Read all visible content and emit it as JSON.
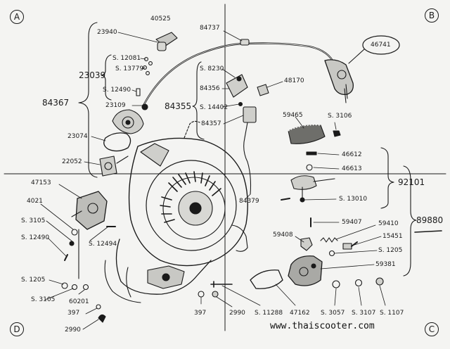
{
  "quadrants": {
    "a": "A",
    "b": "B",
    "c": "C",
    "d": "D"
  },
  "website": "www.thaiscooter.com",
  "groups": {
    "g84367": "84367",
    "g23039": "23039",
    "g84355": "84355",
    "g92101": "92101",
    "g89880": "89880"
  },
  "parts": {
    "p40525": "40525",
    "p23940": "23940",
    "p84737": "84737",
    "p46741": "46741",
    "ps12081": "S. 12081",
    "ps13779": "S. 13779",
    "ps12490a": "S. 12490",
    "p23109": "23109",
    "p23074": "23074",
    "p22052": "22052",
    "ps8230": "S. 8230",
    "p84356": "84356",
    "ps14402": "S. 14402",
    "p84357": "84357",
    "p48170": "48170",
    "p59465": "59465",
    "ps3106": "S. 3106",
    "p46612": "46612",
    "p46613": "46613",
    "ps13010": "S. 13010",
    "p47153": "47153",
    "p4021": "4021",
    "ps3105a": "S. 3105",
    "ps12490b": "S. 12490",
    "ps12494": "S. 12494",
    "p84379": "84379",
    "p59407": "59407",
    "p59410": "59410",
    "p59408": "59408",
    "p15451": "15451",
    "ps1205a": "S. 1205",
    "p59381": "59381",
    "ps1205b": "S. 1205",
    "ps3105b": "S. 3105",
    "p60201": "60201",
    "p397a": "397",
    "p2990a": "2990",
    "p397b": "397",
    "p2990b": "2990",
    "ps11288": "S. 11288",
    "p47162": "47162",
    "ps3057": "S. 3057",
    "ps3107": "S. 3107",
    "ps1107": "S. 1107"
  }
}
